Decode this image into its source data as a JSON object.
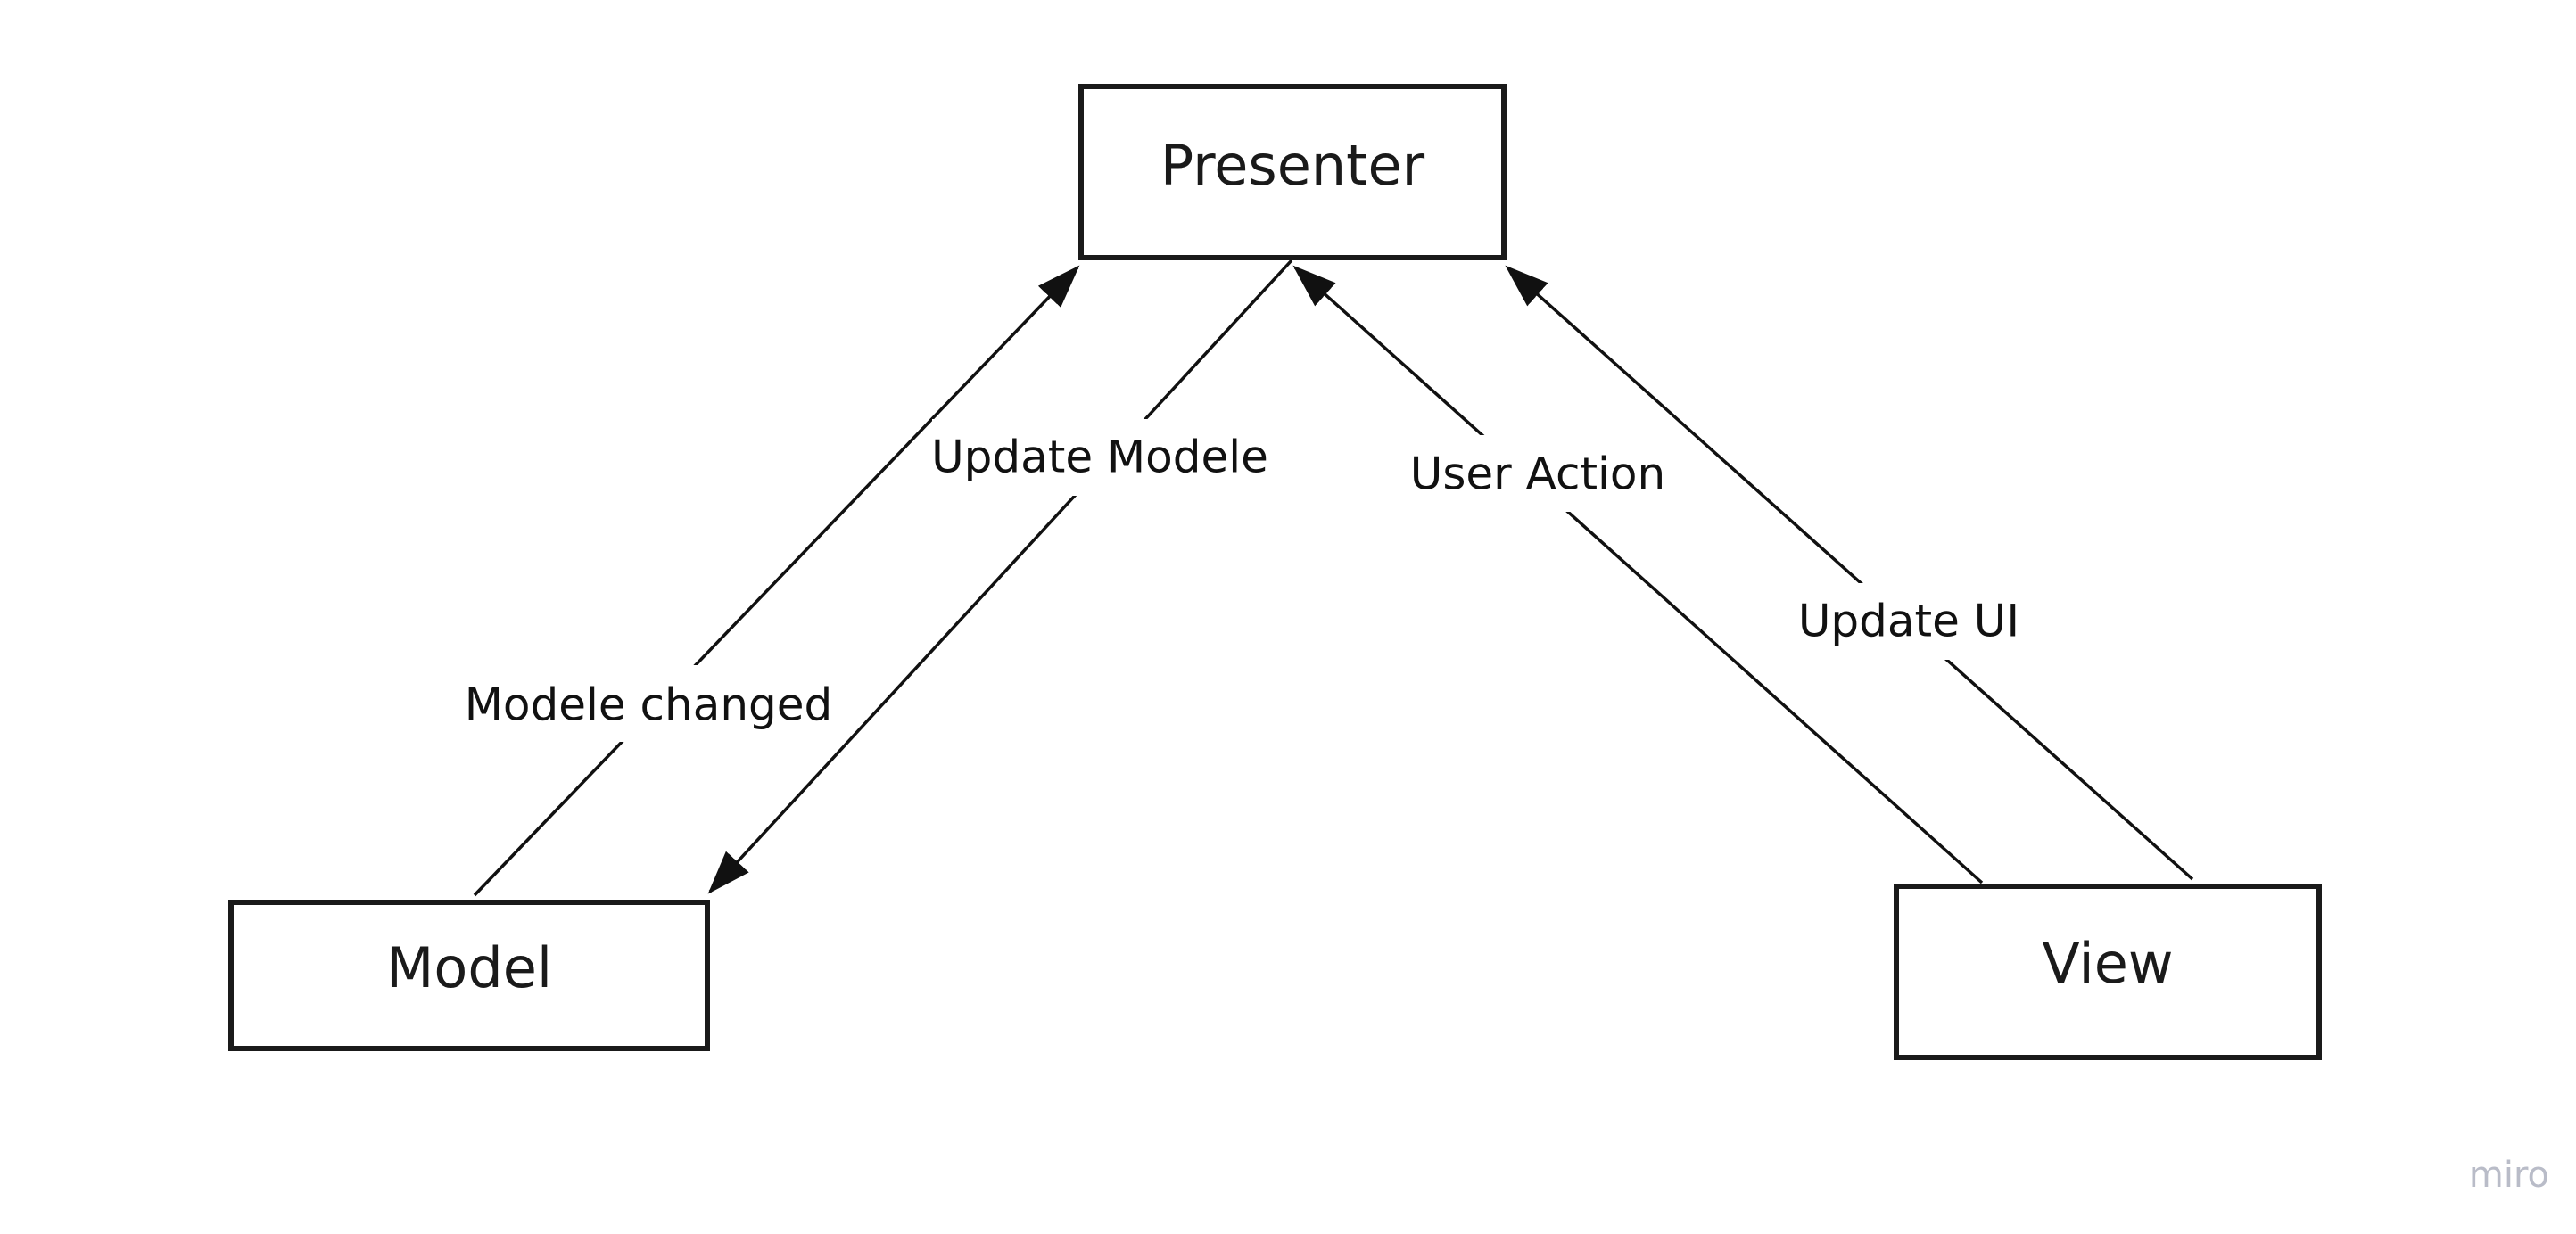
{
  "nodes": {
    "presenter": {
      "label": "Presenter"
    },
    "model": {
      "label": "Model"
    },
    "view": {
      "label": "View"
    }
  },
  "edges": {
    "modele_changed": {
      "label": "Modele changed"
    },
    "update_modele": {
      "label": "Update Modele"
    },
    "user_action": {
      "label": "User Action"
    },
    "update_ui": {
      "label": "Update UI"
    }
  },
  "watermark": {
    "text": "miro"
  },
  "colors": {
    "stroke": "#1a1a1a",
    "background": "#ffffff",
    "watermark": "#b9bcc8"
  }
}
